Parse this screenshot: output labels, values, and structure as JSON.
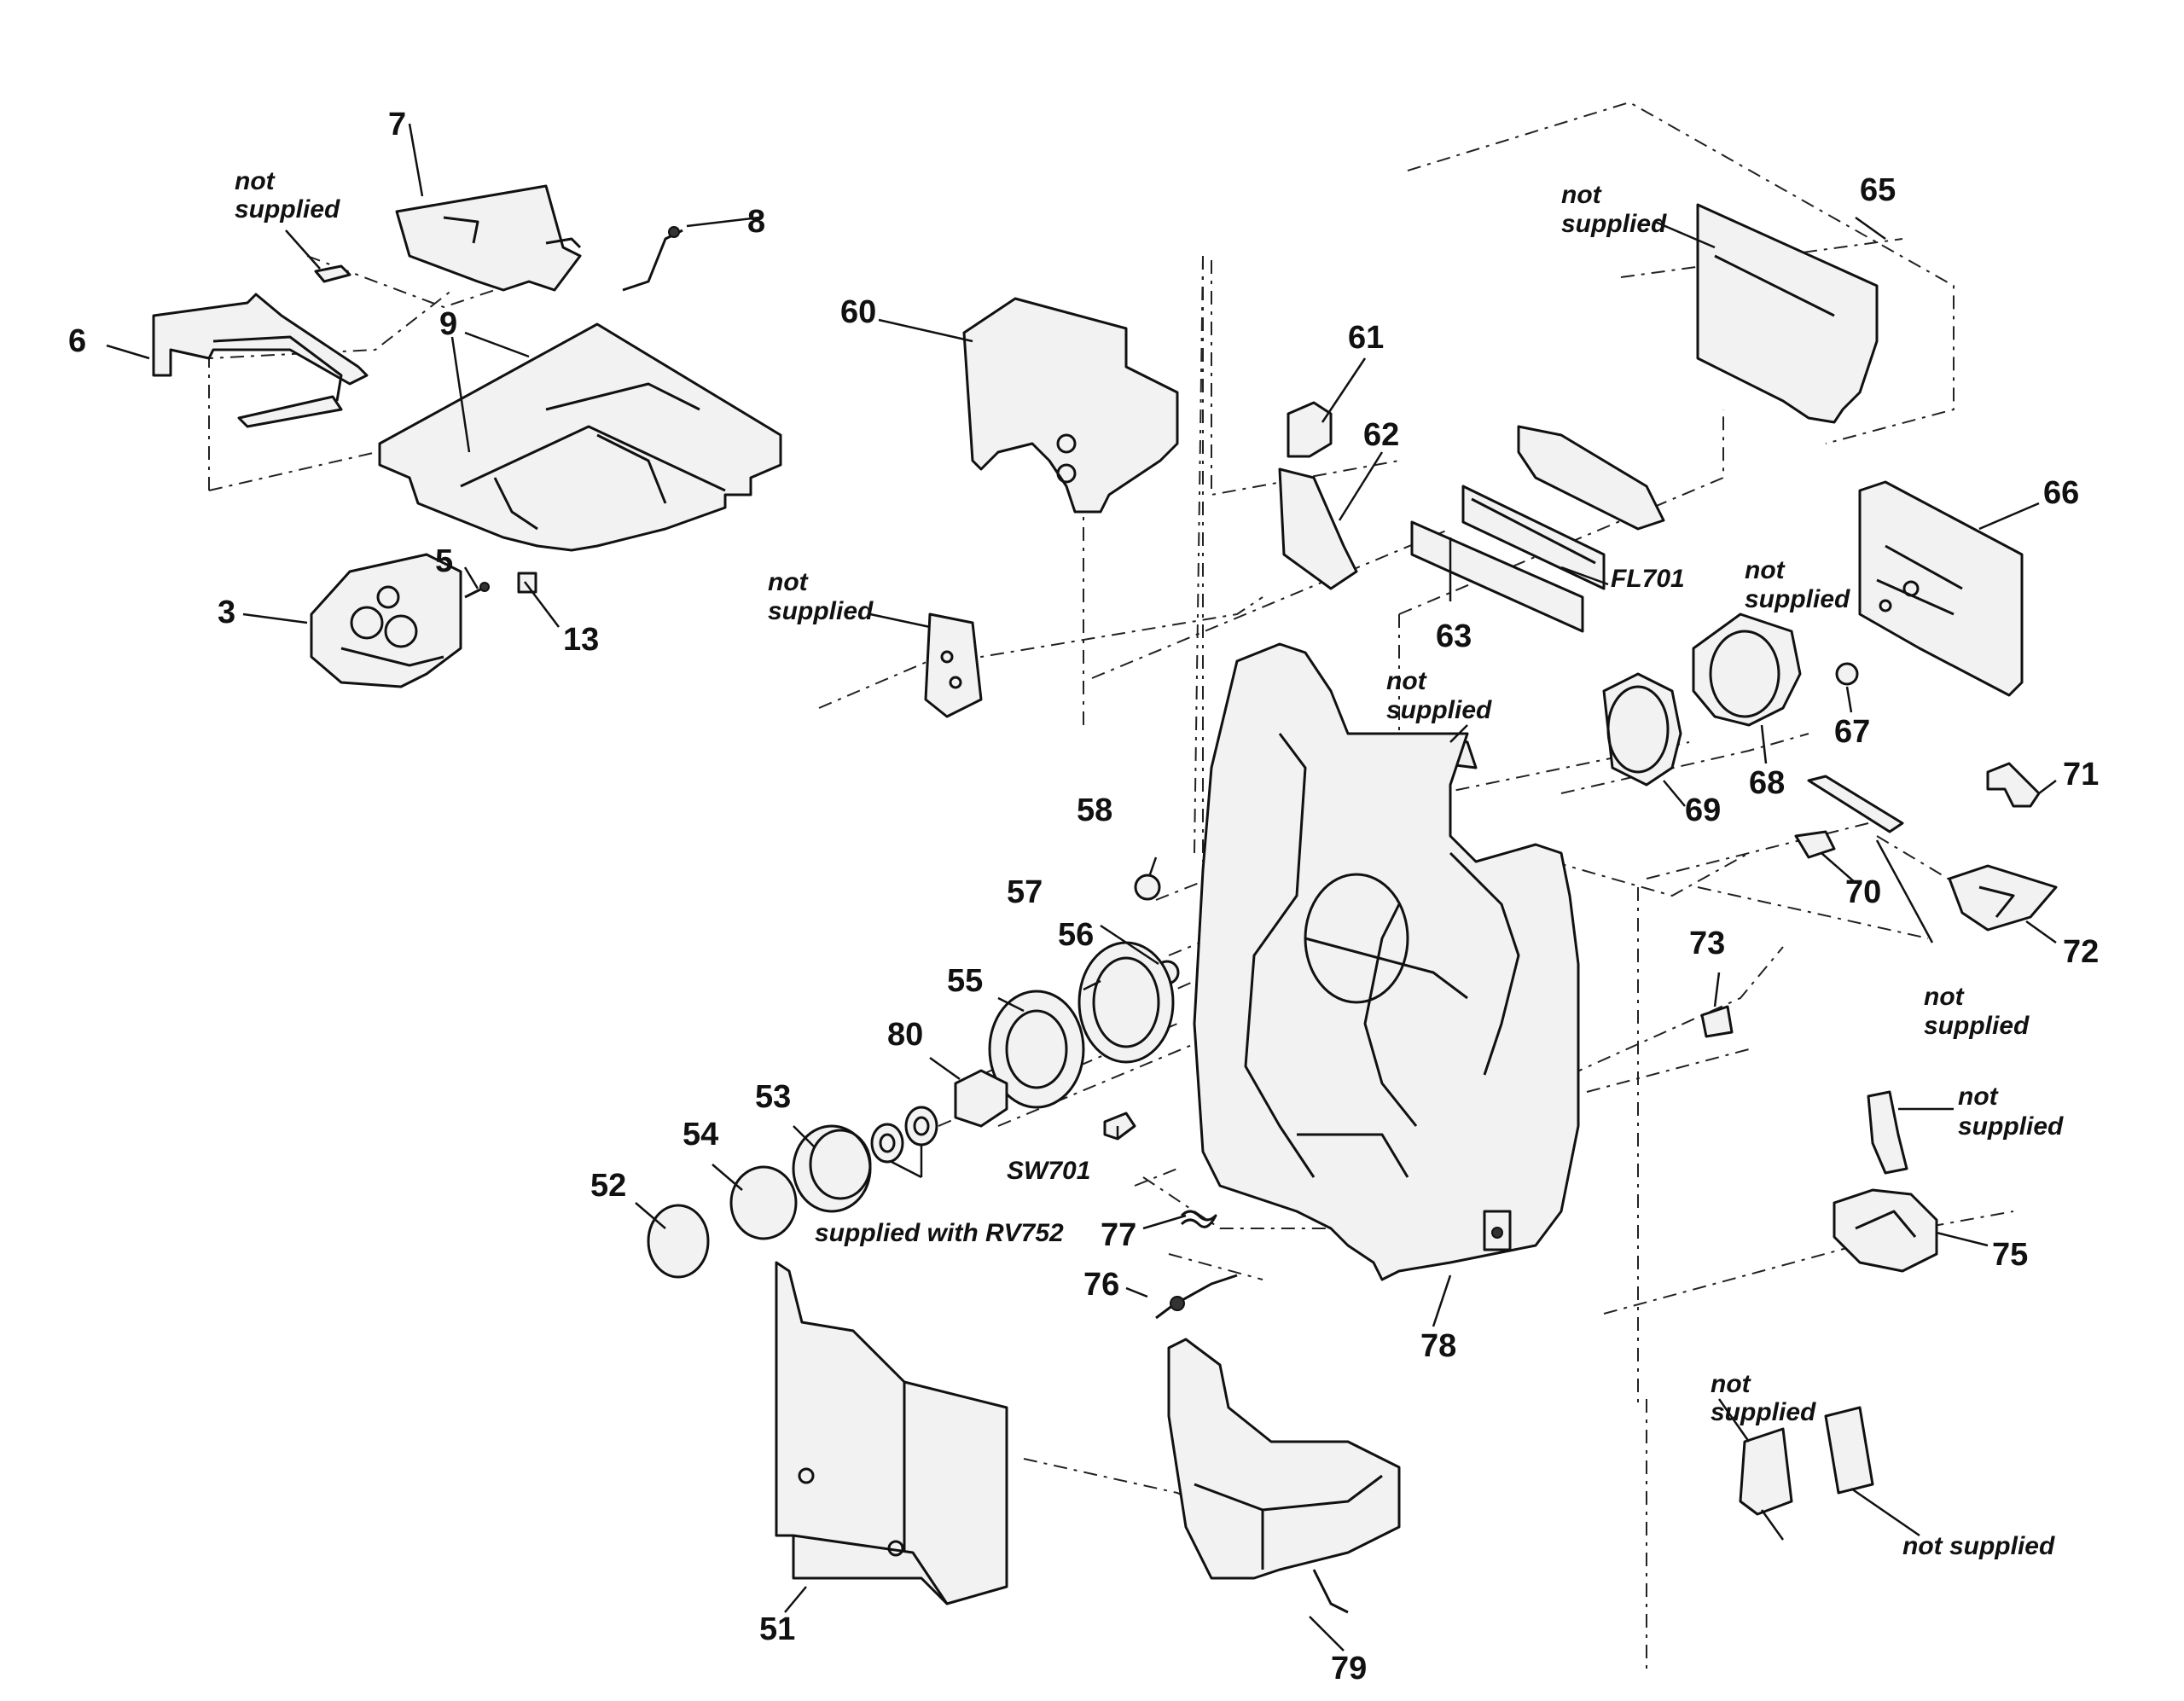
{
  "parts": {
    "p3": "3",
    "p5": "5",
    "p6": "6",
    "p7": "7",
    "p8": "8",
    "p9": "9",
    "p13": "13",
    "p51": "51",
    "p52": "52",
    "p53": "53",
    "p54": "54",
    "p55": "55",
    "p56": "56",
    "p57": "57",
    "p58": "58",
    "p60": "60",
    "p61": "61",
    "p62": "62",
    "p63": "63",
    "p65": "65",
    "p66": "66",
    "p67": "67",
    "p68": "68",
    "p69": "69",
    "p70": "70",
    "p71": "71",
    "p72": "72",
    "p73": "73",
    "p75": "75",
    "p76": "76",
    "p77": "77",
    "p78": "78",
    "p79": "79",
    "p80": "80",
    "fl701": "FL701",
    "sw701": "SW701"
  },
  "notes": {
    "not": "not",
    "supplied": "supplied",
    "not_supplied": "not supplied",
    "supplied_with_rv752": "supplied with RV752"
  }
}
